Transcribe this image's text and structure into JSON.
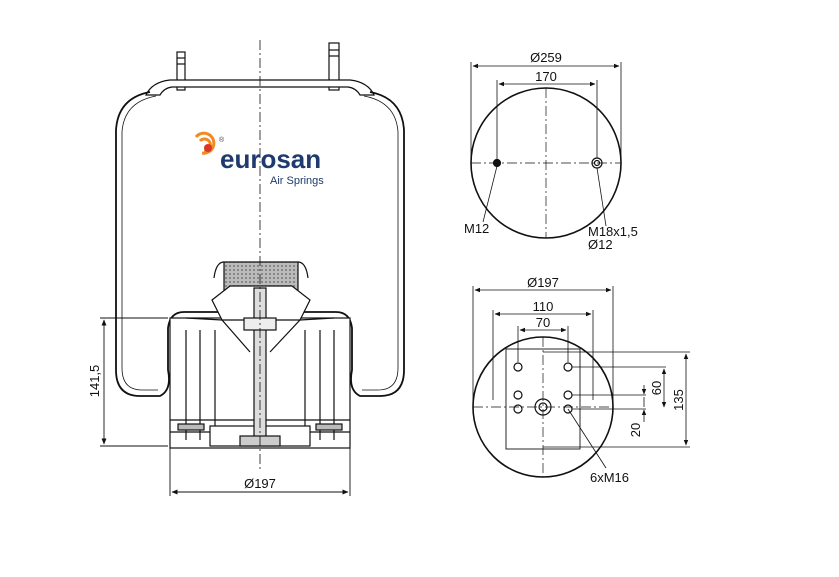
{
  "brand": {
    "name": "eurosan",
    "subtitle": "Air Springs",
    "registered_mark": "®",
    "colors": {
      "text": "#1f3a6e",
      "logo_orange": "#f08a24",
      "logo_red": "#d9362b"
    }
  },
  "side_view": {
    "height_label": "141,5",
    "piston_diameter_label": "Ø197"
  },
  "top_plate": {
    "diameter_label": "Ø259",
    "stud_spacing_label": "170",
    "left_hole_label": "M12",
    "right_hole_label": "M18x1,5",
    "right_hole_diameter_label": "Ø12"
  },
  "bottom_plate": {
    "diameter_label": "Ø197",
    "outer_spacing_label": "110",
    "inner_spacing_label": "70",
    "vertical_20_label": "20",
    "vertical_60_label": "60",
    "vertical_135_label": "135",
    "bolt_label": "6xM16"
  }
}
